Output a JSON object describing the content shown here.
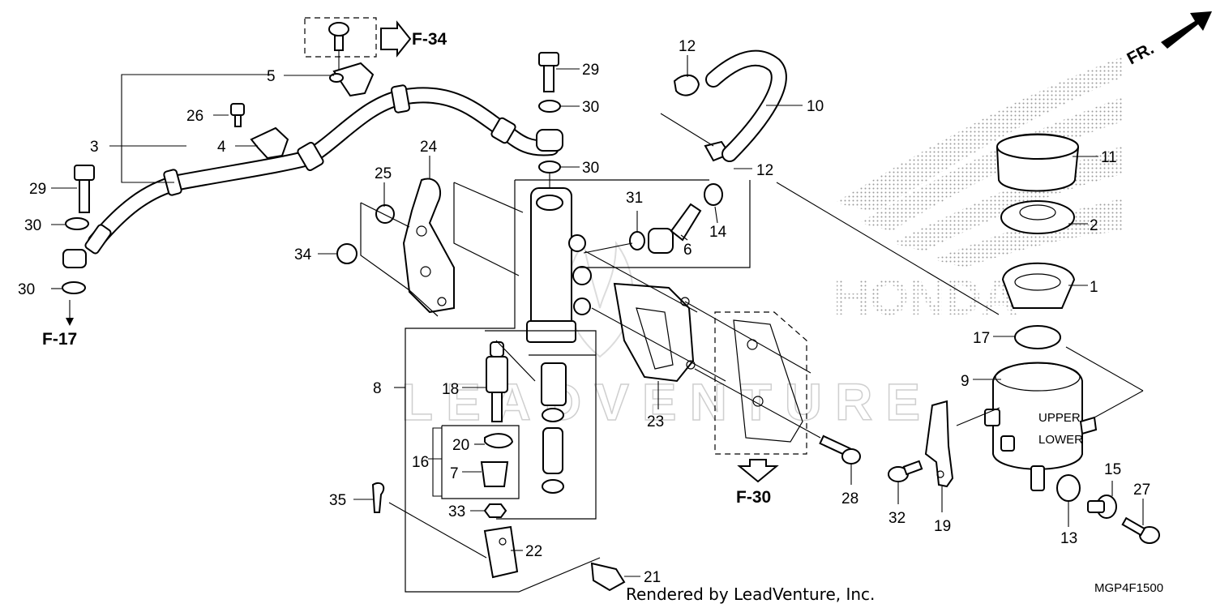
{
  "diagram": {
    "callouts": [
      "1",
      "2",
      "3",
      "4",
      "5",
      "6",
      "7",
      "8",
      "9",
      "10",
      "11",
      "12",
      "12",
      "13",
      "14",
      "15",
      "16",
      "17",
      "18",
      "19",
      "20",
      "21",
      "22",
      "23",
      "24",
      "25",
      "26",
      "27",
      "28",
      "29",
      "29",
      "30",
      "30",
      "30",
      "30",
      "31",
      "32",
      "33",
      "34",
      "35"
    ],
    "references": [
      "F-34",
      "F-17",
      "F-30"
    ],
    "direction_label": "FR.",
    "watermark": "LEADVENTURE",
    "brand_background": "HONDA",
    "reservoir_labels": {
      "upper": "UPPER",
      "lower": "LOWER"
    },
    "footer": {
      "rendered_by": "Rendered by LeadVenture, Inc.",
      "diagram_code": "MGP4F1500"
    }
  }
}
